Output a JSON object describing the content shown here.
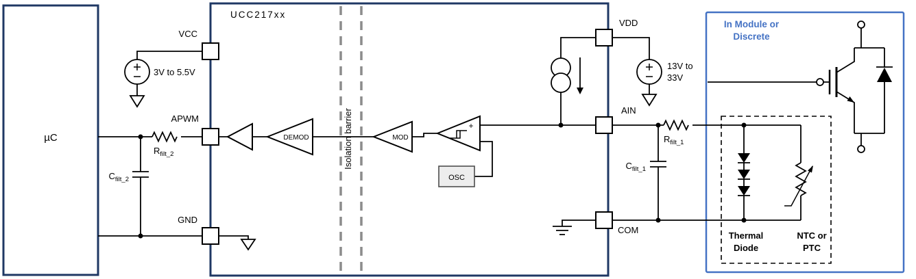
{
  "mcu": {
    "label": "µC"
  },
  "chip": {
    "label": "UCC217xx"
  },
  "pins": {
    "vcc": "VCC",
    "apwm": "APWM",
    "gnd": "GND",
    "vdd": "VDD",
    "ain": "AIN",
    "com": "COM"
  },
  "supplies": {
    "vcc_range": "3V to 5.5V",
    "vdd_range_l1": "13V to",
    "vdd_range_l2": "33V"
  },
  "blocks": {
    "demod": "DEMOD",
    "mod": "MOD",
    "osc": "OSC",
    "comp_plus": "+"
  },
  "isolation": {
    "label": "Isolation barrier"
  },
  "filters": {
    "r2_base": "R",
    "r2_sub": "filt_2",
    "c2_base": "C",
    "c2_sub": "filt_2",
    "r1_base": "R",
    "r1_sub": "filt_1",
    "c1_base": "C",
    "c1_sub": "filt_1"
  },
  "module": {
    "title_l1": "In Module or",
    "title_l2": "Discrete",
    "thermal_l1": "Thermal",
    "thermal_l2": "Diode",
    "ntc_l1": "NTC or",
    "ntc_l2": "PTC"
  },
  "colors": {
    "block_border": "#1f3864",
    "module_accent": "#4472c4",
    "barrier_gray": "#8c8c8c",
    "wire": "#000000",
    "osc_fill": "#ededed"
  }
}
